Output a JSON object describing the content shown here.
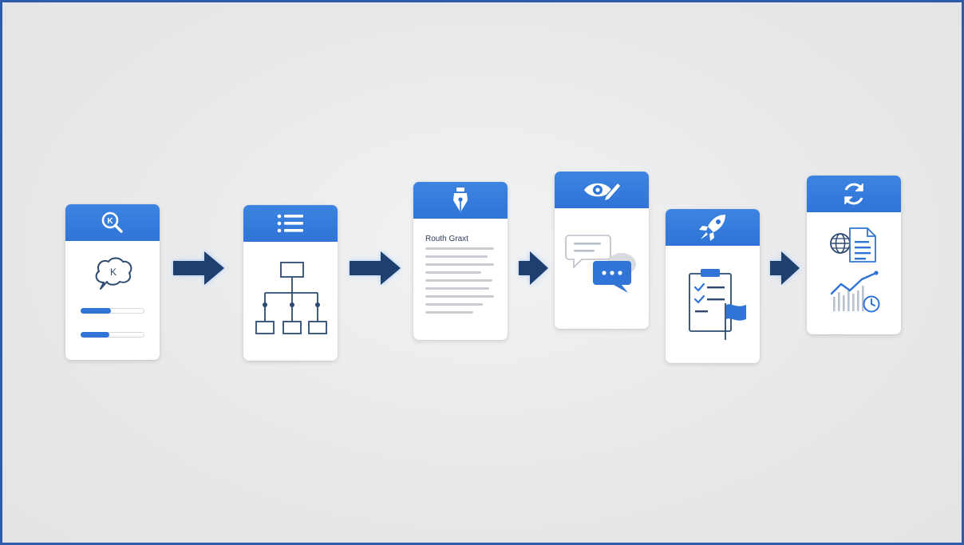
{
  "colors": {
    "accent": "#2f74d6",
    "arrow": "#1f3f6e",
    "icon_outline": "#2d4a70",
    "frame": "#2c5cab",
    "background": "#e9eaec"
  },
  "cards": [
    {
      "header_icon": "search-icon",
      "body_icons": [
        "speech-bubble-icon"
      ],
      "bubble_letter": "K",
      "progress_bars": [
        0.48,
        0.45
      ]
    },
    {
      "header_icon": "list-icon",
      "body_icons": [
        "hierarchy-icon"
      ]
    },
    {
      "header_icon": "pen-nib-icon",
      "title": "Routh Graxt",
      "body_icons": [
        "text-lines"
      ]
    },
    {
      "header_icon": "eye-edit-icon",
      "body_icons": [
        "chat-bubbles-icon"
      ]
    },
    {
      "header_icon": "rocket-icon",
      "body_icons": [
        "checklist-clipboard-icon",
        "flag-icon"
      ]
    },
    {
      "header_icon": "refresh-icon",
      "body_icons": [
        "globe-icon",
        "document-icon",
        "line-chart-icon",
        "clock-icon"
      ]
    }
  ],
  "arrows": [
    "arrow-right-icon",
    "arrow-right-icon",
    "arrow-right-icon",
    "arrow-right-icon"
  ]
}
